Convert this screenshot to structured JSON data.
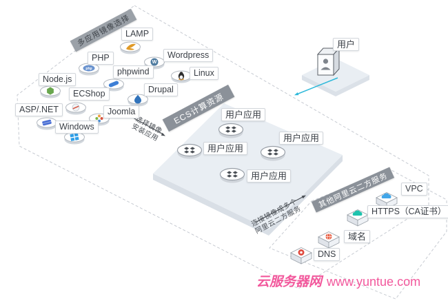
{
  "banners": {
    "image_selection": {
      "label": "多应用镜像选择"
    },
    "ecs": {
      "label": "ECS计算资源"
    },
    "third_party": {
      "label": "其他阿里云二方服务"
    }
  },
  "arrows": {
    "install": {
      "line1": "选择镜像",
      "line2": "安装应用"
    },
    "connect": {
      "line1": "连接镜像成多个",
      "line2": "阿里云二方服务"
    }
  },
  "user": {
    "label": "用户"
  },
  "stacks": [
    {
      "label": "LAMP"
    },
    {
      "label": "PHP"
    },
    {
      "label": "Wordpress"
    },
    {
      "label": "phpwind"
    },
    {
      "label": "Linux"
    },
    {
      "label": "Node.js"
    },
    {
      "label": "ECShop"
    },
    {
      "label": "Drupal"
    },
    {
      "label": "ASP/.NET"
    },
    {
      "label": "Joomla"
    },
    {
      "label": "Windows"
    }
  ],
  "apps": [
    {
      "label": "用户应用"
    },
    {
      "label": "用户应用"
    },
    {
      "label": "用户应用"
    },
    {
      "label": "用户应用"
    }
  ],
  "services": [
    {
      "label": "VPC"
    },
    {
      "label": "HTTPS（CA证书）"
    },
    {
      "label": "域名"
    },
    {
      "label": "DNS"
    }
  ],
  "watermark": {
    "site": "云服务器网",
    "url": "www.yuntue.com"
  },
  "colors": {
    "banner_gray": "#8b9199",
    "platform_fill": "#e9eef3",
    "cyan_arrow": "#2fb9da",
    "watermark_pink": "#f2589c",
    "dashed_outline": "#c6cad1"
  }
}
